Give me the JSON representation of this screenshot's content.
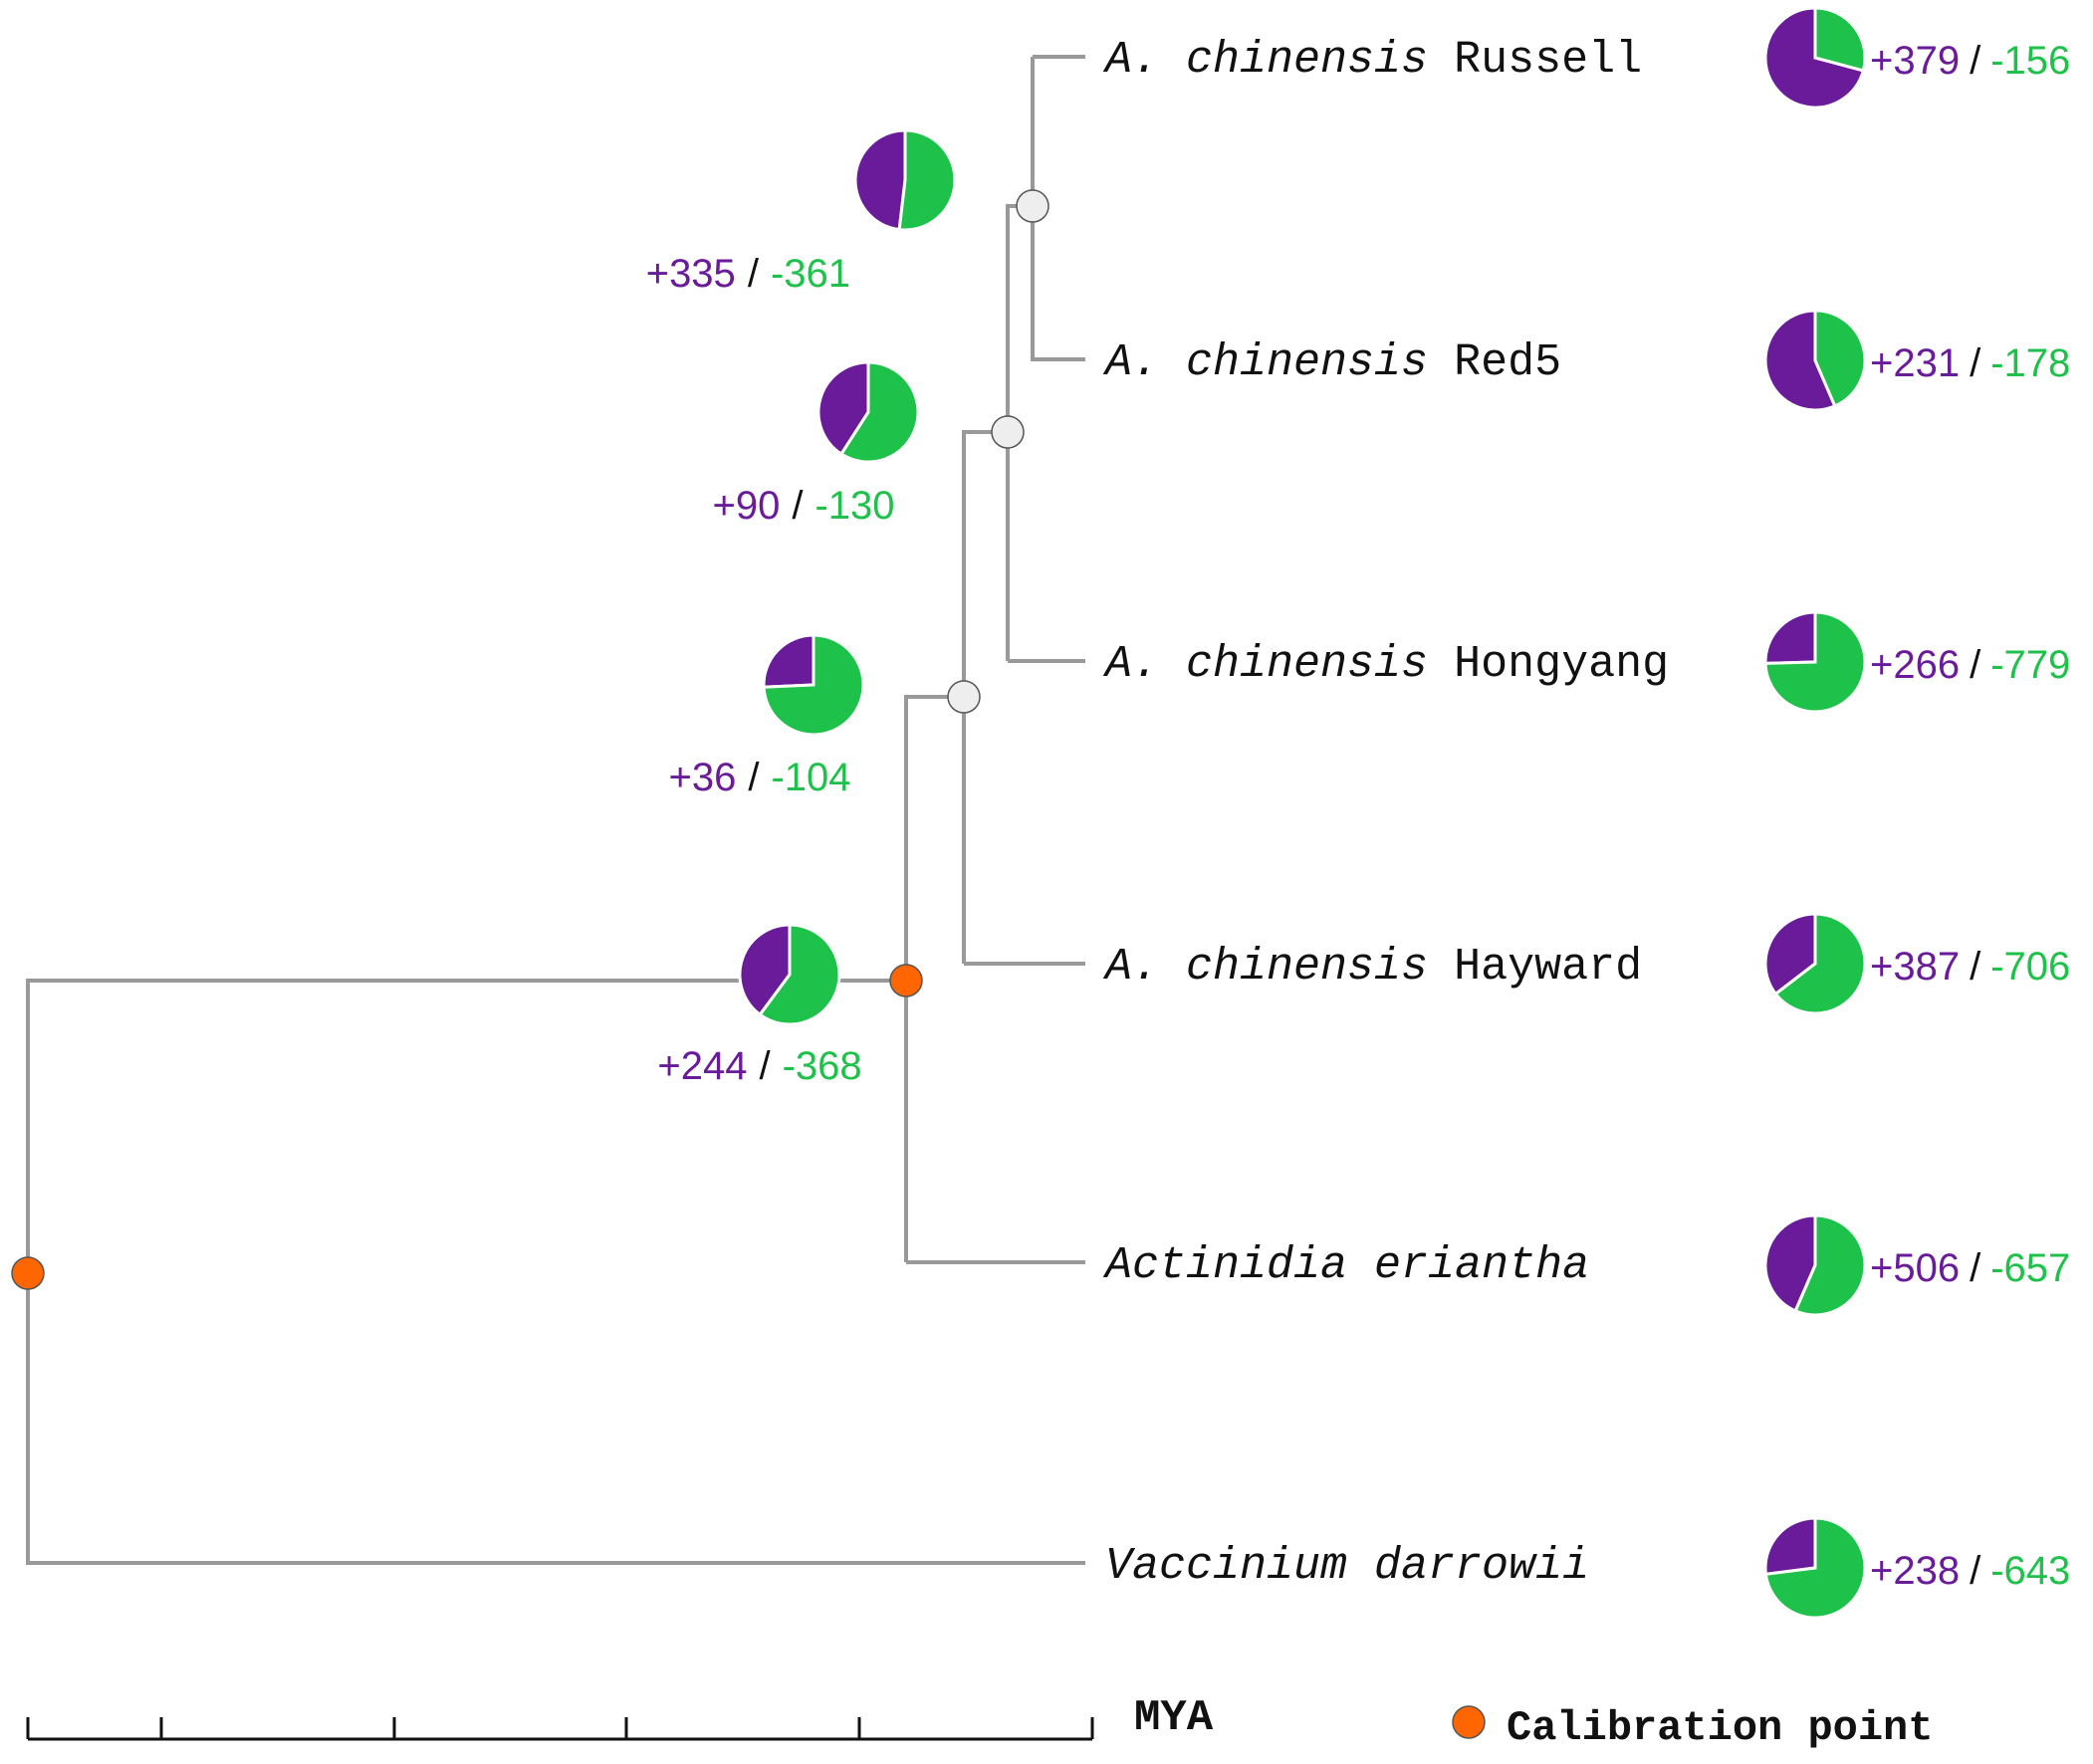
{
  "colors": {
    "gain": "#6a1b9a",
    "loss": "#1ec14a",
    "branch": "#999999",
    "calibration": "#ff6600",
    "node": "#eeeeee"
  },
  "taxa": [
    {
      "id": "russell",
      "italic": "A. chinensis",
      "rest": "Russell",
      "gain": "+379",
      "loss": "-156"
    },
    {
      "id": "red5",
      "italic": "A. chinensis",
      "rest": "Red5",
      "gain": "+231",
      "loss": "-178"
    },
    {
      "id": "hongyang",
      "italic": "A. chinensis",
      "rest": "Hongyang",
      "gain": "+266",
      "loss": "-779"
    },
    {
      "id": "hayward",
      "italic": "A. chinensis",
      "rest": "Hayward",
      "gain": "+387",
      "loss": "-706"
    },
    {
      "id": "eriantha",
      "italic": "Actinidia eriantha",
      "rest": "",
      "gain": "+506",
      "loss": "-657"
    },
    {
      "id": "vaccinium",
      "italic": "Vaccinium darrowii",
      "rest": "",
      "gain": "+238",
      "loss": "-643"
    }
  ],
  "internal_nodes": [
    {
      "id": "node-russell-red5",
      "gain": "+335",
      "loss": "-361"
    },
    {
      "id": "node-hongyang",
      "gain": "+90",
      "loss": "-130"
    },
    {
      "id": "node-hayward",
      "gain": "+36",
      "loss": "-104"
    },
    {
      "id": "node-actinidia",
      "gain": "+244",
      "loss": "-368"
    }
  ],
  "separator": "/",
  "axis": {
    "label": "MYA"
  },
  "legend": {
    "label": "Calibration point",
    "icon": "calibration-dot-icon"
  }
}
